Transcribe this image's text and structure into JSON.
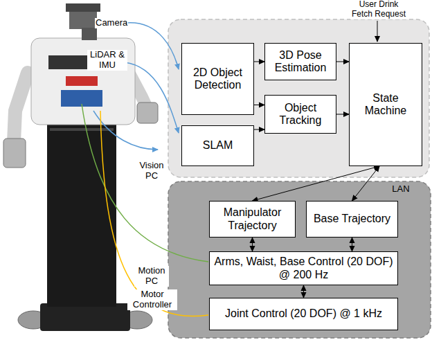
{
  "diagram": {
    "nodes": [
      {
        "text": [
          "2D Object Detection"
        ]
      },
      {
        "text": [
          "3D Pose Estimation"
        ]
      },
      {
        "text": [
          "Object Tracking"
        ]
      },
      {
        "text": [
          "SLAM"
        ]
      },
      {
        "text": [
          "State Machine"
        ]
      },
      {
        "text": [
          "Manipulator Trajectory"
        ]
      },
      {
        "text": [
          "Base Trajectory"
        ]
      },
      {
        "text": [
          "Arms, Waist, Base Control (20 DOF) @ 200 Hz"
        ]
      },
      {
        "text": [
          "Joint Control (20 DOF) @ 1 kHz"
        ]
      }
    ],
    "edges": [
      {
        "from": 0,
        "to": 1,
        "arrow": "to"
      },
      {
        "from": 0,
        "to": 2,
        "arrow": "to"
      },
      {
        "from": 3,
        "to": 2,
        "arrow": "to"
      },
      {
        "from": 1,
        "to": 4,
        "arrow": "to"
      },
      {
        "from": 2,
        "to": 4,
        "arrow": "to"
      },
      {
        "from": 4,
        "to": 5,
        "arrow": "both"
      },
      {
        "from": 4,
        "to": 6,
        "arrow": "both"
      },
      {
        "from": 5,
        "to": 7,
        "arrow": "both"
      },
      {
        "from": 6,
        "to": 7,
        "arrow": "both"
      },
      {
        "from": 7,
        "to": 8,
        "arrow": "both"
      }
    ],
    "labels": [
      "User Drink Fetch Request",
      "Camera",
      "LiDAR & IMU",
      "Vision PC",
      "LAN",
      "Motion PC",
      "Motor Controller"
    ]
  }
}
